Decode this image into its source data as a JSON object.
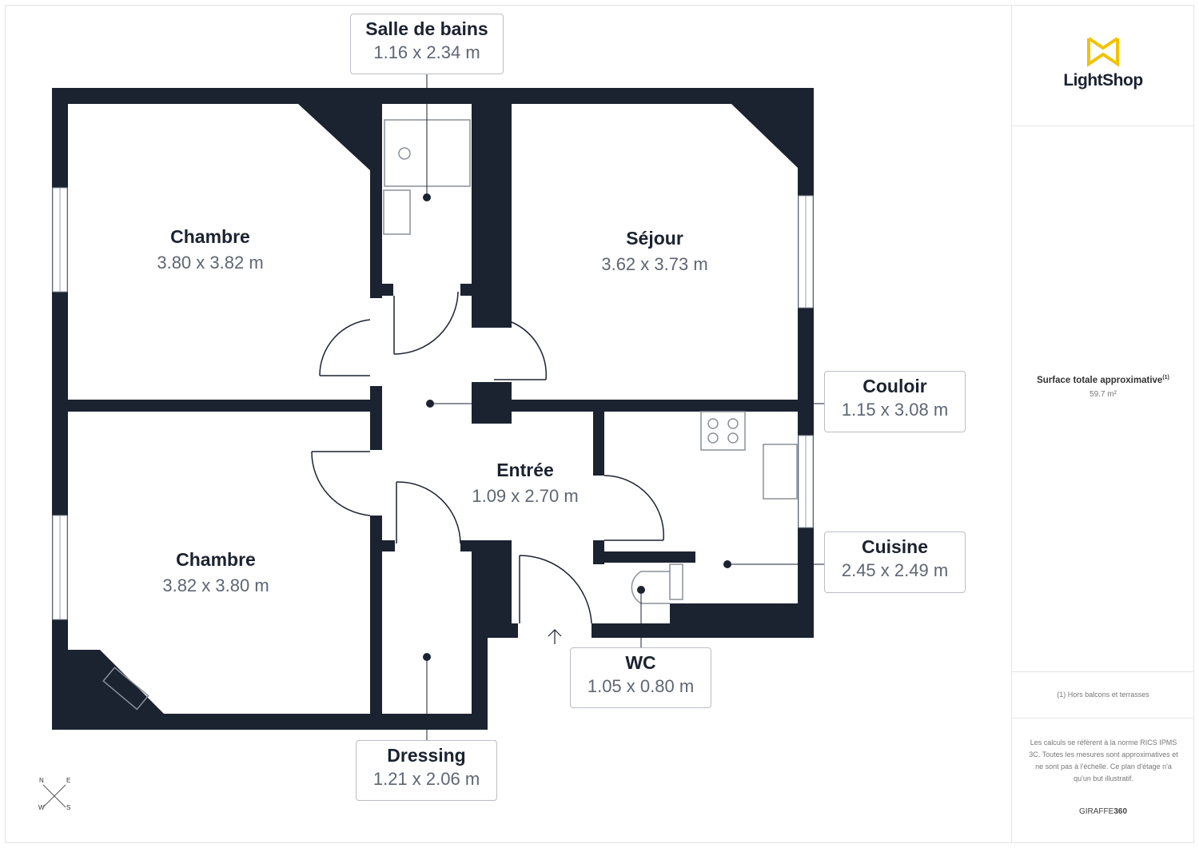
{
  "rooms": {
    "chambre_1": {
      "name": "Chambre",
      "dims": "3.80 x 3.82 m"
    },
    "chambre_2": {
      "name": "Chambre",
      "dims": "3.82 x 3.80 m"
    },
    "sejour": {
      "name": "Séjour",
      "dims": "3.62 x 3.73 m"
    },
    "entree": {
      "name": "Entrée",
      "dims": "1.09 x 2.70 m"
    },
    "salle_de_bains": {
      "name": "Salle de bains",
      "dims": "1.16 x 2.34 m"
    },
    "couloir": {
      "name": "Couloir",
      "dims": "1.15 x 3.08 m"
    },
    "cuisine": {
      "name": "Cuisine",
      "dims": "2.45 x 2.49 m"
    },
    "wc": {
      "name": "WC",
      "dims": "1.05 x 0.80 m"
    },
    "dressing": {
      "name": "Dressing",
      "dims": "1.21 x 2.06 m"
    }
  },
  "compass": {
    "n": "N",
    "e": "E",
    "w": "W",
    "s": "S"
  },
  "sidebar": {
    "brand": "LightShop",
    "surface_title": "Surface totale approximative",
    "surface_sup": "(1)",
    "surface_value": "59.7 m²",
    "footnote": "(1) Hors balcons et terrasses",
    "disclaimer": "Les calculs se réfèrent à la norme RICS IPMS 3C. Toutes les mesures sont approximatives et ne sont pas à l'échelle. Ce plan d'étage n'a qu'un but illustratif.",
    "credit_a": "GIRAFFE",
    "credit_b": "360"
  },
  "colors": {
    "wall": "#1b2230",
    "label_border": "#b9bec6",
    "logo_accent": "#f2c200"
  }
}
